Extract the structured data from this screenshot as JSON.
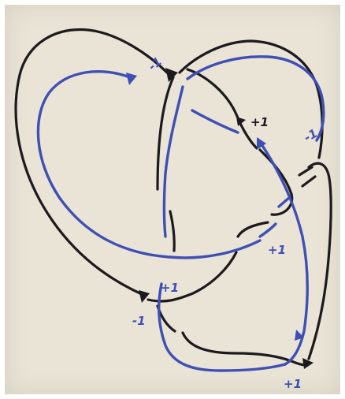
{
  "colors": {
    "paper": "#e9e4d6",
    "black_ink": "#1c1a1f",
    "blue_ink": "#3f4fb3"
  },
  "labels": [
    {
      "id": "sign-top-left-minus1",
      "text": "-1",
      "ink": "blue"
    },
    {
      "id": "sign-top-right-plus1",
      "text": "+1",
      "ink": "black"
    },
    {
      "id": "sign-far-right-minus1",
      "text": "-1",
      "ink": "blue"
    },
    {
      "id": "sign-middle-right-plus1",
      "text": "+1",
      "ink": "blue"
    },
    {
      "id": "sign-center-plus1",
      "text": "+1",
      "ink": "blue"
    },
    {
      "id": "sign-lower-left-minus1",
      "text": "-1",
      "ink": "blue"
    },
    {
      "id": "sign-bottom-plus1",
      "text": "+1",
      "ink": "blue"
    }
  ]
}
